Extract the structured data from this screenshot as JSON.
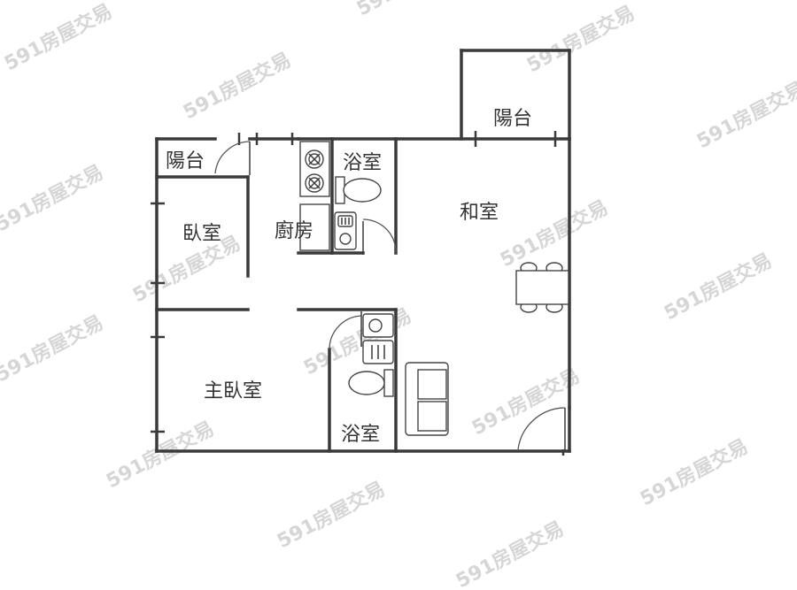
{
  "rooms": {
    "balcony_top": "陽台",
    "balcony_left": "陽台",
    "bath_upper": "浴室",
    "washitsu": "和室",
    "bedroom": "臥室",
    "kitchen": "廚房",
    "master_bedroom": "主臥室",
    "bath_lower": "浴室"
  },
  "watermark": {
    "text": "591房屋交易"
  }
}
